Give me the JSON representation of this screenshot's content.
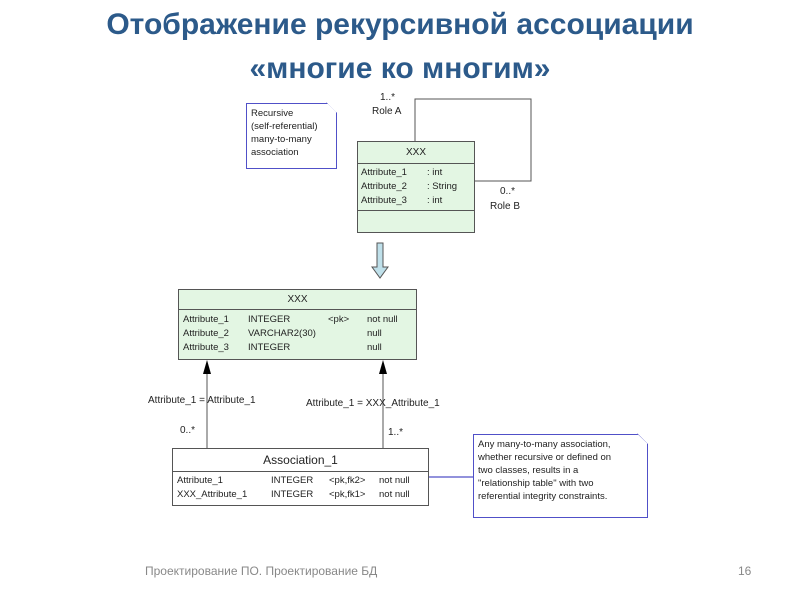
{
  "title": {
    "line1": "Отображение рекурсивной ассоциации",
    "line2": "«многие ко многим»"
  },
  "diagram": {
    "note1": [
      "Recursive",
      "(self-referential)",
      "many-to-many",
      "association"
    ],
    "class": {
      "name": "XXX",
      "attributes": [
        {
          "name": "Attribute_1",
          "type": ": int"
        },
        {
          "name": "Attribute_2",
          "type": ": String"
        },
        {
          "name": "Attribute_3",
          "type": ": int"
        }
      ]
    },
    "role_a": {
      "mult": "1..*",
      "name": "Role A"
    },
    "role_b": {
      "mult": "0..*",
      "name": "Role B"
    },
    "table": {
      "name": "XXX",
      "columns": [
        {
          "name": "Attribute_1",
          "type": "INTEGER",
          "key": "<pk>",
          "null": "not null"
        },
        {
          "name": "Attribute_2",
          "type": "VARCHAR2(30)",
          "key": "",
          "null": "null"
        },
        {
          "name": "Attribute_3",
          "type": "INTEGER",
          "key": "",
          "null": "null"
        }
      ]
    },
    "ref_left": {
      "label": "Attribute_1 = Attribute_1",
      "mult": "0..*"
    },
    "ref_right": {
      "label": "Attribute_1 = XXX_Attribute_1",
      "mult": "1..*"
    },
    "assoc": {
      "name": "Association_1",
      "columns": [
        {
          "name": "Attribute_1",
          "type": "INTEGER",
          "key": "<pk,fk2>",
          "null": "not null"
        },
        {
          "name": "XXX_Attribute_1",
          "type": "INTEGER",
          "key": "<pk,fk1>",
          "null": "not null"
        }
      ]
    },
    "note2": [
      "Any many-to-many association,",
      "whether recursive or defined on",
      "two classes, results in a",
      "\"relationship table\" with two",
      "referential integrity constraints."
    ]
  },
  "footer": {
    "text": "Проектирование ПО. Проектирование БД",
    "page": "16"
  }
}
